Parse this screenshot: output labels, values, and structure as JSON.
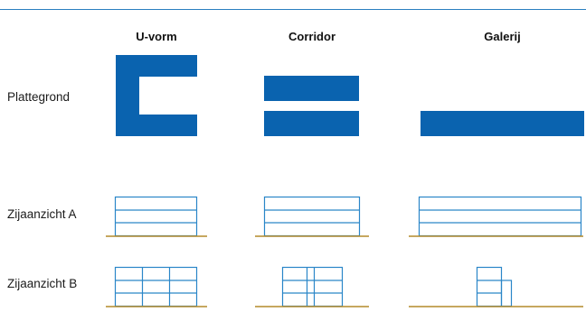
{
  "columns": [
    "U-vorm",
    "Corridor",
    "Galerij"
  ],
  "rows": [
    "Plattegrond",
    "Zijaanzicht A",
    "Zijaanzicht B"
  ],
  "colors": {
    "fill": "#0a63af",
    "outline": "#2a86c8",
    "ground": "#b48a2a",
    "rule": "#2a7fc0"
  }
}
